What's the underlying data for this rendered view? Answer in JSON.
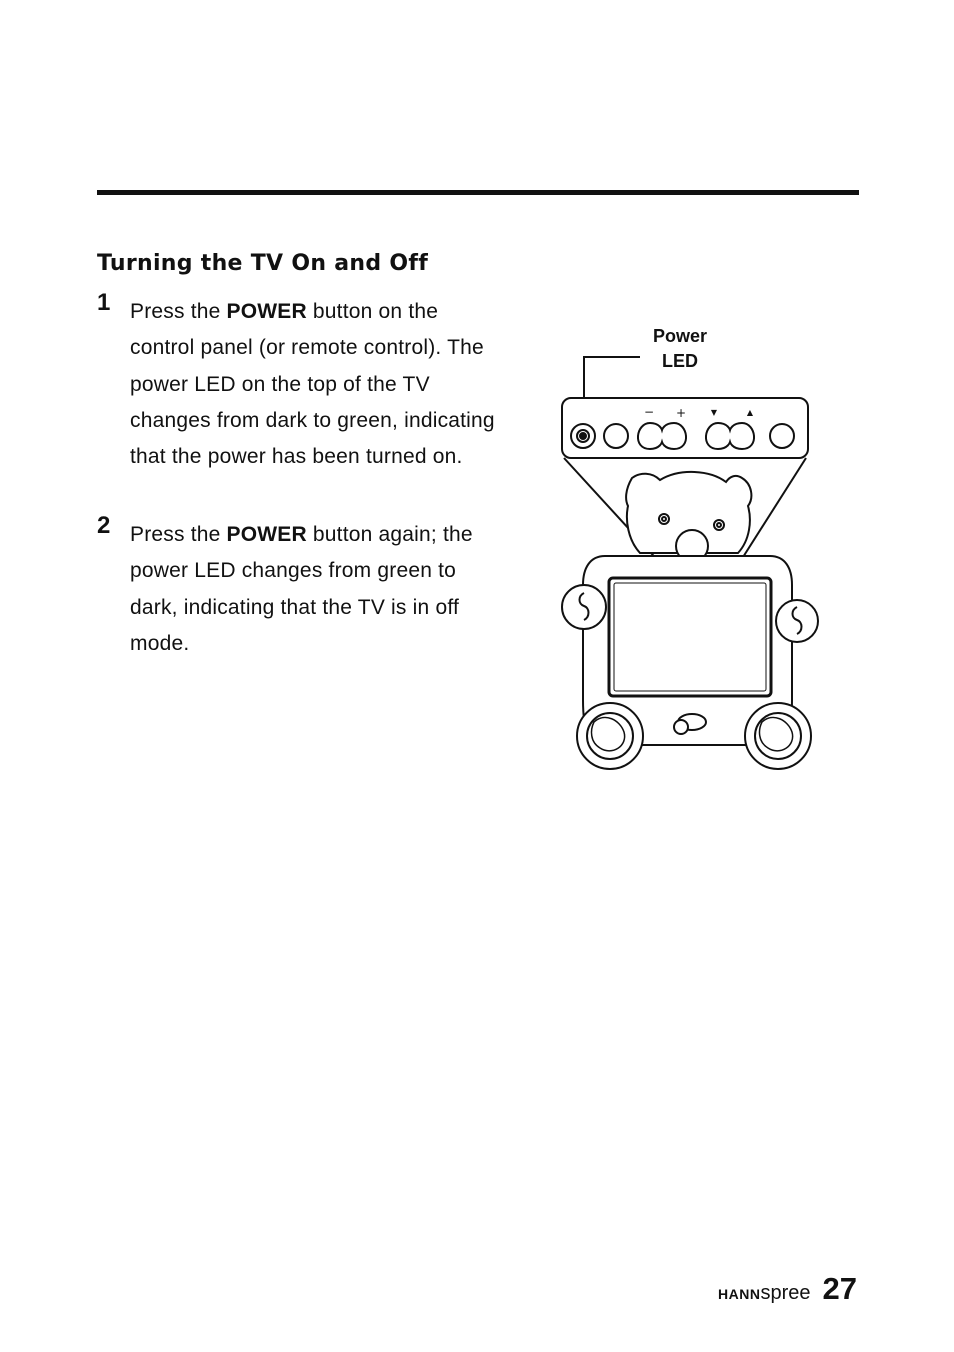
{
  "section": {
    "heading": "Turning the TV On and Off"
  },
  "steps": [
    {
      "number": "1",
      "text_before": "Press the ",
      "bold": "POWER",
      "text_after": " button on the control panel  (or remote control). The power LED on the top of the TV changes from dark to green, indicating that the power has been turned on."
    },
    {
      "number": "2",
      "text_before": "Press the ",
      "bold": "POWER",
      "text_after": " button again; the power LED changes from green to dark, indicating that the TV is in off mode."
    }
  ],
  "figure": {
    "callout_line1": "Power",
    "callout_line2": "LED",
    "button_symbols": [
      "−",
      "+",
      "▼",
      "▲"
    ]
  },
  "footer": {
    "brand_bold": "HANN",
    "brand_light": "spree",
    "page_number": "27"
  }
}
